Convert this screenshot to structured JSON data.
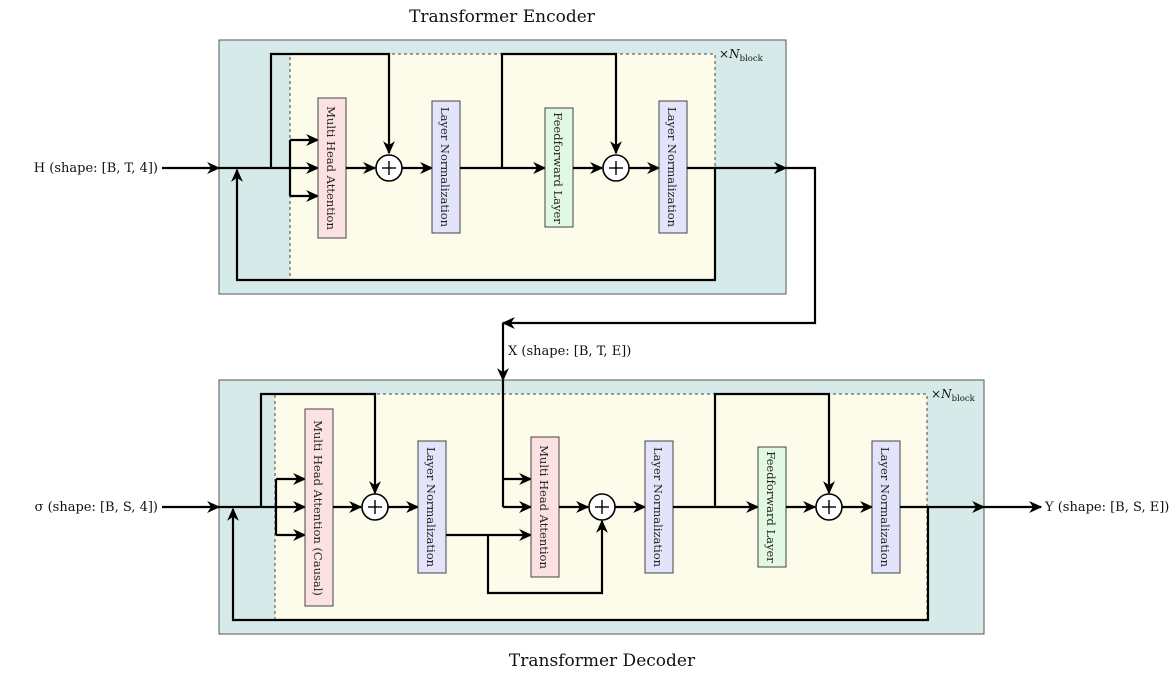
{
  "encoder": {
    "title": "Transformer Encoder",
    "repeat": {
      "times": "×",
      "n": "N",
      "sub": "block"
    },
    "input_label": "H (shape: [B, T, 4])",
    "blocks": {
      "attention": "Multi Head Attention",
      "norm1": "Layer Normalization",
      "feedforward": "Feedforward Layer",
      "norm2": "Layer Normalization"
    }
  },
  "bridge": {
    "label": "X (shape: [B, T, E])"
  },
  "decoder": {
    "title": "Transformer Decoder",
    "repeat": {
      "times": "×",
      "n": "N",
      "sub": "block"
    },
    "input_label": "σ (shape: [B, S, 4])",
    "output_label": "Y (shape: [B, S, E])",
    "blocks": {
      "causal_attention": "Multi Head Attention (Causal)",
      "norm1": "Layer Normalization",
      "cross_attention": "Multi Head Attention",
      "norm2": "Layer Normalization",
      "feedforward": "Feedforward Layer",
      "norm3": "Layer Normalization"
    }
  },
  "colors": {
    "outer_box": "#d6ebe9",
    "inner_box": "#fdfbe9",
    "attention": "#fbe1e1",
    "normalization": "#e3e3fb",
    "feedforward": "#e1f8e3"
  },
  "icons": {
    "sum": "circled-plus-icon",
    "arrow": "arrowhead-icon"
  }
}
